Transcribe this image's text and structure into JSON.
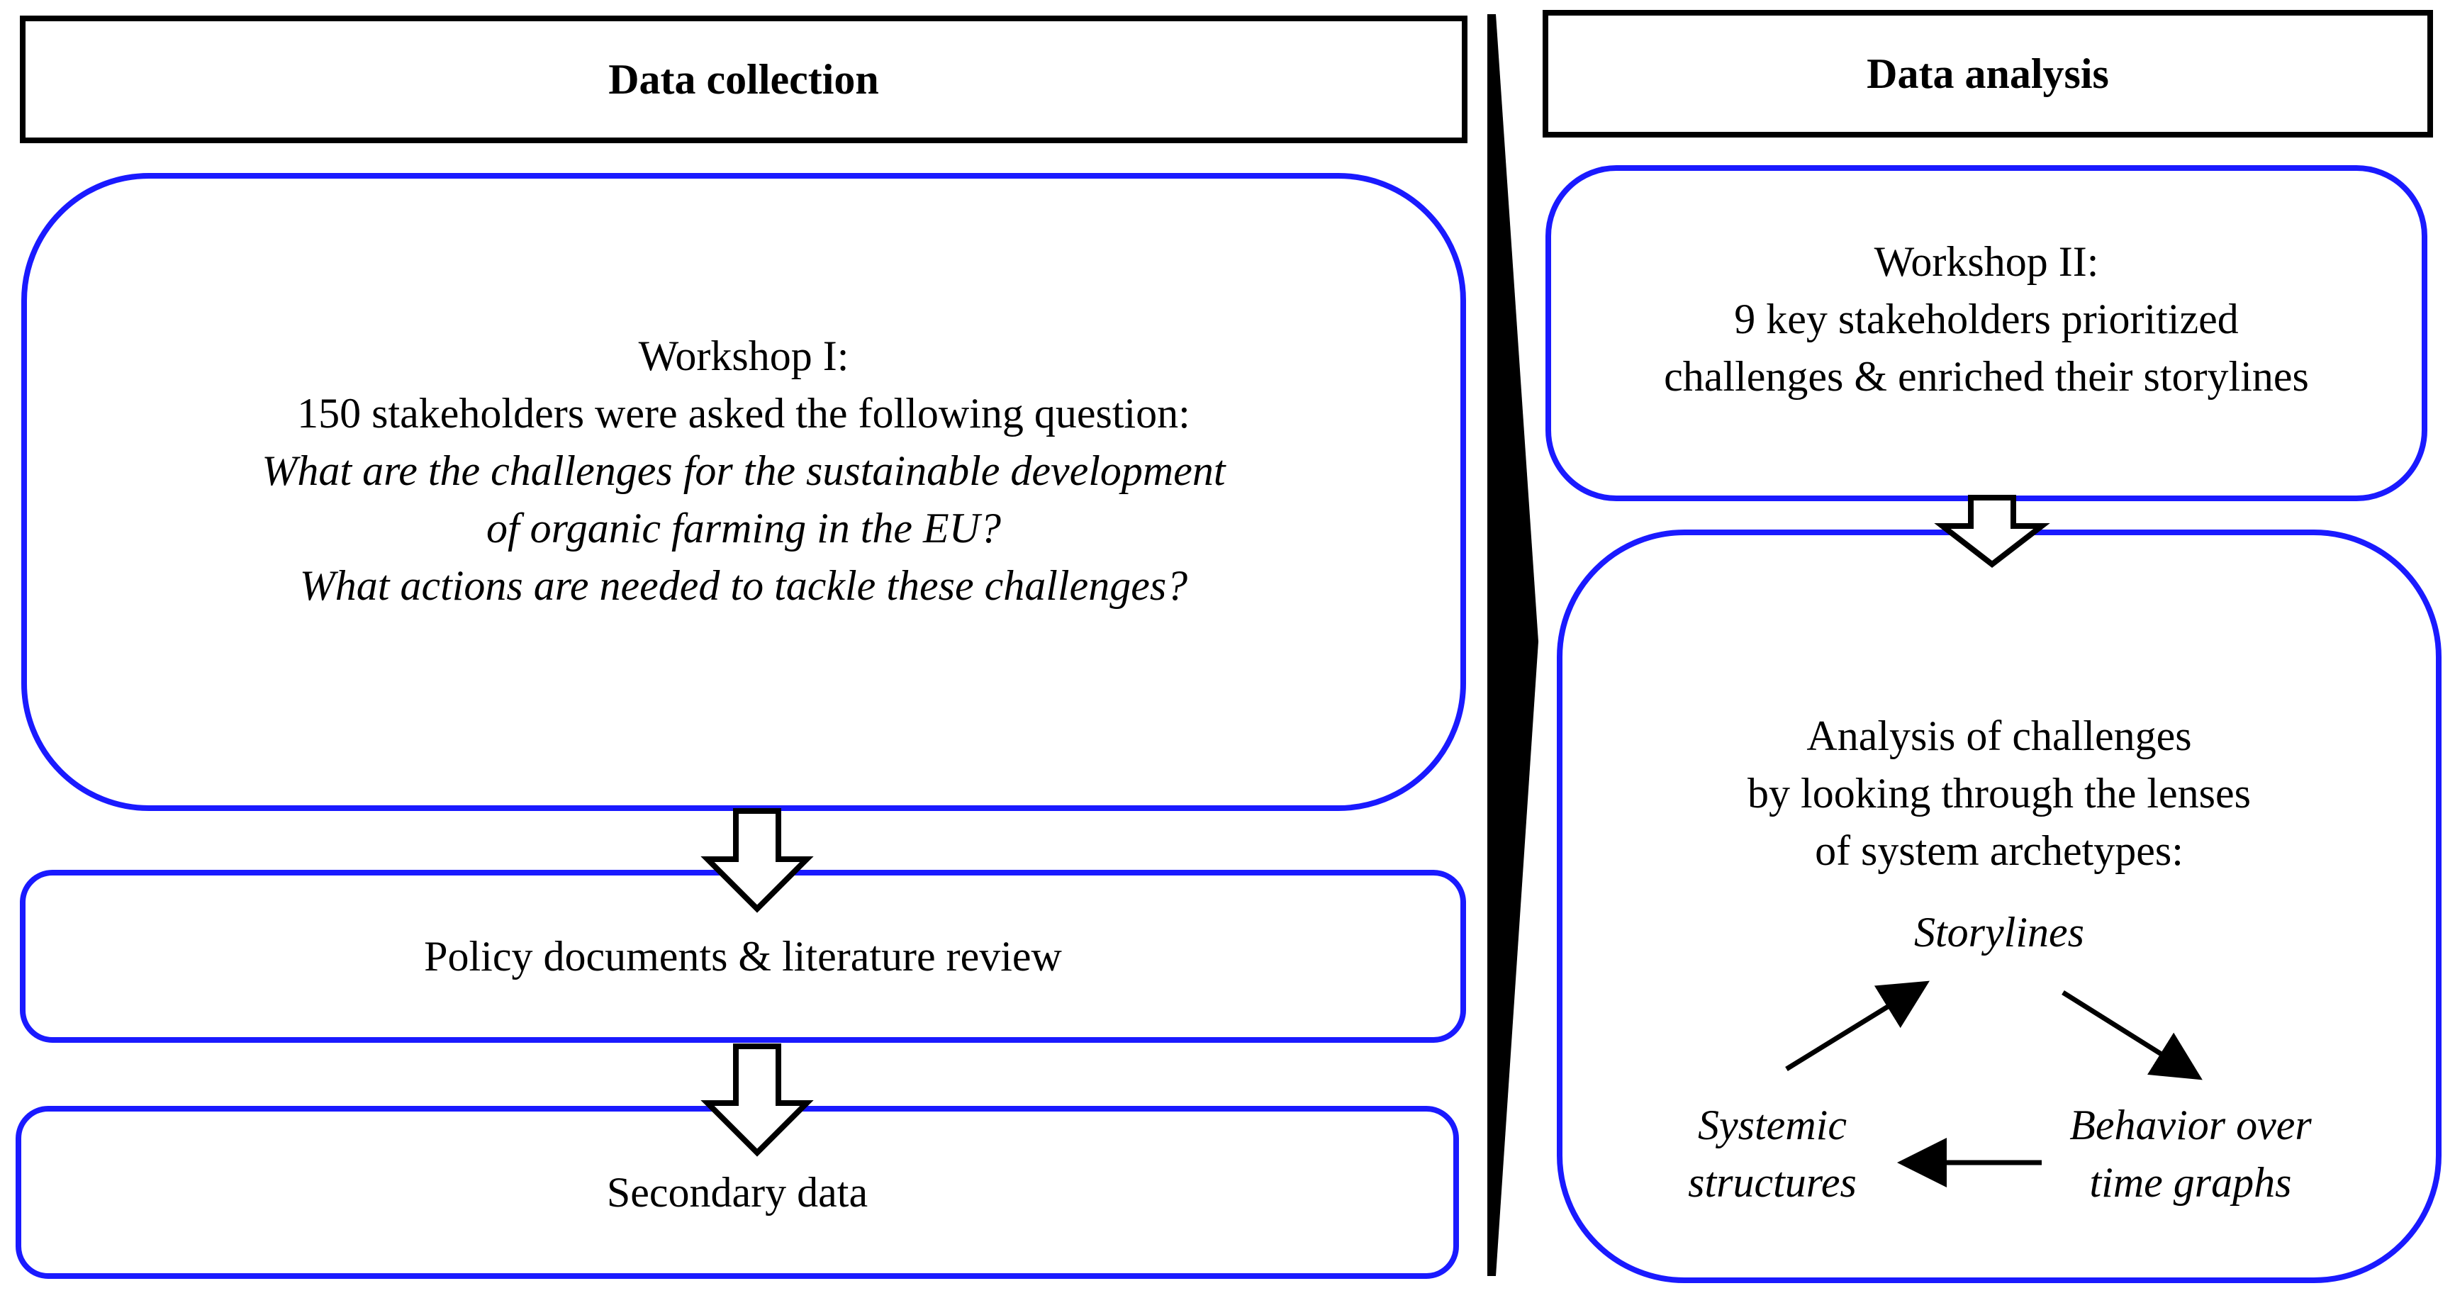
{
  "left_panel": {
    "header": "Data collection",
    "workshop1": {
      "title": "Workshop I:",
      "line1": "150 stakeholders were asked the following question:",
      "q1a": "What are the challenges for the sustainable development",
      "q1b": "of organic farming in the EU?",
      "q2": "What actions are needed to tackle these challenges?"
    },
    "policy": "Policy documents & literature review",
    "secondary": "Secondary data"
  },
  "right_panel": {
    "header": "Data analysis",
    "workshop2": {
      "title": "Workshop II:",
      "line1": "9 key stakeholders prioritized",
      "line2": "challenges & enriched their storylines"
    },
    "analysis": {
      "line1": "Analysis of challenges",
      "line2": "by looking through the lenses",
      "line3": "of system archetypes:",
      "storylines": "Storylines",
      "systemic_1": "Systemic",
      "systemic_2": "structures",
      "behavior_1": "Behavior over",
      "behavior_2": "time graphs"
    }
  },
  "colors": {
    "box_border": "#1a1aff",
    "header_border": "#000000"
  }
}
